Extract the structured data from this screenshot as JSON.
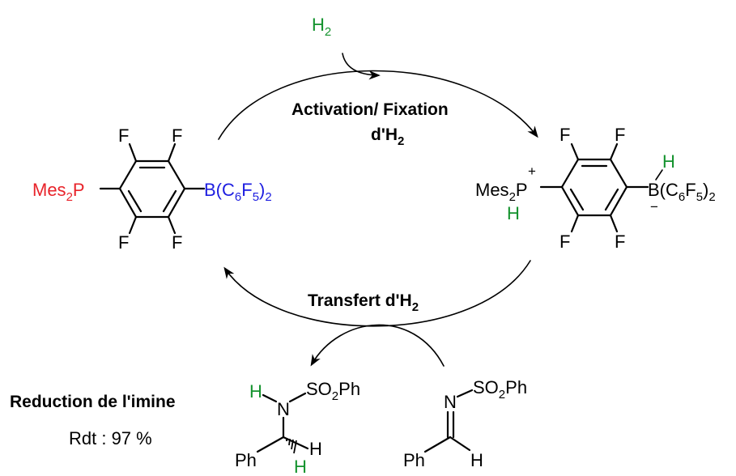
{
  "reactant_gas": {
    "symbol": "H",
    "subscript": "2"
  },
  "catalyst": {
    "phosphine": "Mes",
    "phosphine_sub": "2",
    "phosphine_atom": "P",
    "borane_prefix": "B(C",
    "borane_sub1": "6",
    "borane_mid": "F",
    "borane_sub2": "5",
    "borane_close": ")",
    "borane_sub3": "2",
    "ring_substituent": "F"
  },
  "activated": {
    "plus": "+",
    "minus": "−",
    "h_label": "H",
    "phosphine": "Mes",
    "phosphine_sub": "2",
    "phosphine_atom": "P",
    "borane_prefix": "B(C",
    "borane_sub1": "6",
    "borane_mid": "F",
    "borane_sub2": "5",
    "borane_close": ")",
    "borane_sub3": "2"
  },
  "step_top": {
    "line1": "Activation/ Fixation",
    "line2_main": "d'H",
    "line2_sub": "2"
  },
  "step_bottom": {
    "main": "Transfert d'H",
    "sub": "2"
  },
  "product_caption": {
    "title": "Reduction de l'imine",
    "yield": "Rdt : 97 %"
  },
  "amine": {
    "h": "H",
    "n": "N",
    "so2_pre": "SO",
    "so2_sub": "2",
    "so2_post": "Ph",
    "ph": "Ph",
    "h_right": "H",
    "h_bottom": "H"
  },
  "imine": {
    "n": "N",
    "so2_pre": "SO",
    "so2_sub": "2",
    "so2_post": "Ph",
    "ph": "Ph",
    "h": "H"
  },
  "colors": {
    "phosphorus": "#e8232a",
    "boron": "#1d1de0",
    "hydrogen": "#14932e"
  }
}
